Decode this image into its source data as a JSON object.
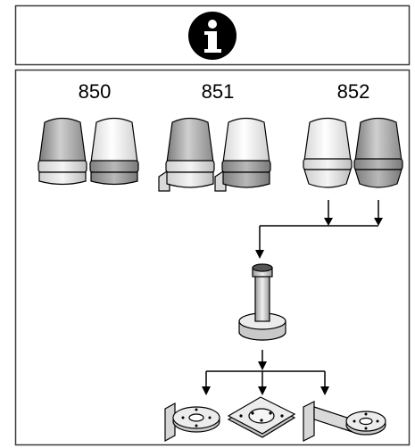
{
  "header": {
    "icon": "info-icon"
  },
  "models": [
    {
      "label": "850"
    },
    {
      "label": "851"
    },
    {
      "label": "852"
    }
  ],
  "lamp_domes": [
    {
      "model": "850",
      "tint": "#a6a6a6",
      "mount": "base"
    },
    {
      "model": "850",
      "tint": "#e6e6e6",
      "mount": "base"
    },
    {
      "model": "851",
      "tint": "#9a9a9a",
      "mount": "bracket"
    },
    {
      "model": "851",
      "tint": "#e6e6e6",
      "mount": "bracket"
    },
    {
      "model": "852",
      "tint": "#ececec",
      "mount": "flange"
    },
    {
      "model": "852",
      "tint": "#a8a8a8",
      "mount": "flange"
    }
  ],
  "components": [
    "tube-mount",
    "wall-bracket-mount",
    "base-plate-mount",
    "arm-bracket-mount"
  ],
  "colors": {
    "outline": "#000000",
    "light_gray": "#e6e6e6",
    "mid_gray": "#a6a6a6",
    "frame": "#3a3a3a"
  }
}
